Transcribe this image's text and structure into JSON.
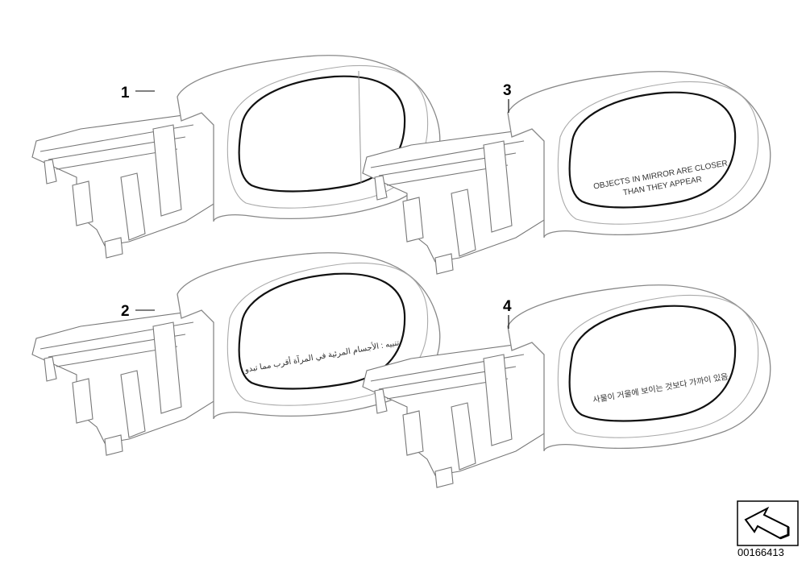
{
  "callouts": [
    "1",
    "2",
    "3",
    "4"
  ],
  "mirror_texts": {
    "item2": "تنبيه : الأجسام المرئية في المرآة أقرب مما تبدو",
    "item3_line1": "OBJECTS IN MIRROR ARE CLOSER",
    "item3_line2": "THAN THEY APPEAR",
    "item4": "사물이 거울에 보이는 것보다 가까이 있음"
  },
  "doc_id": "00166413",
  "icons": [
    "arrow-direction-icon"
  ]
}
